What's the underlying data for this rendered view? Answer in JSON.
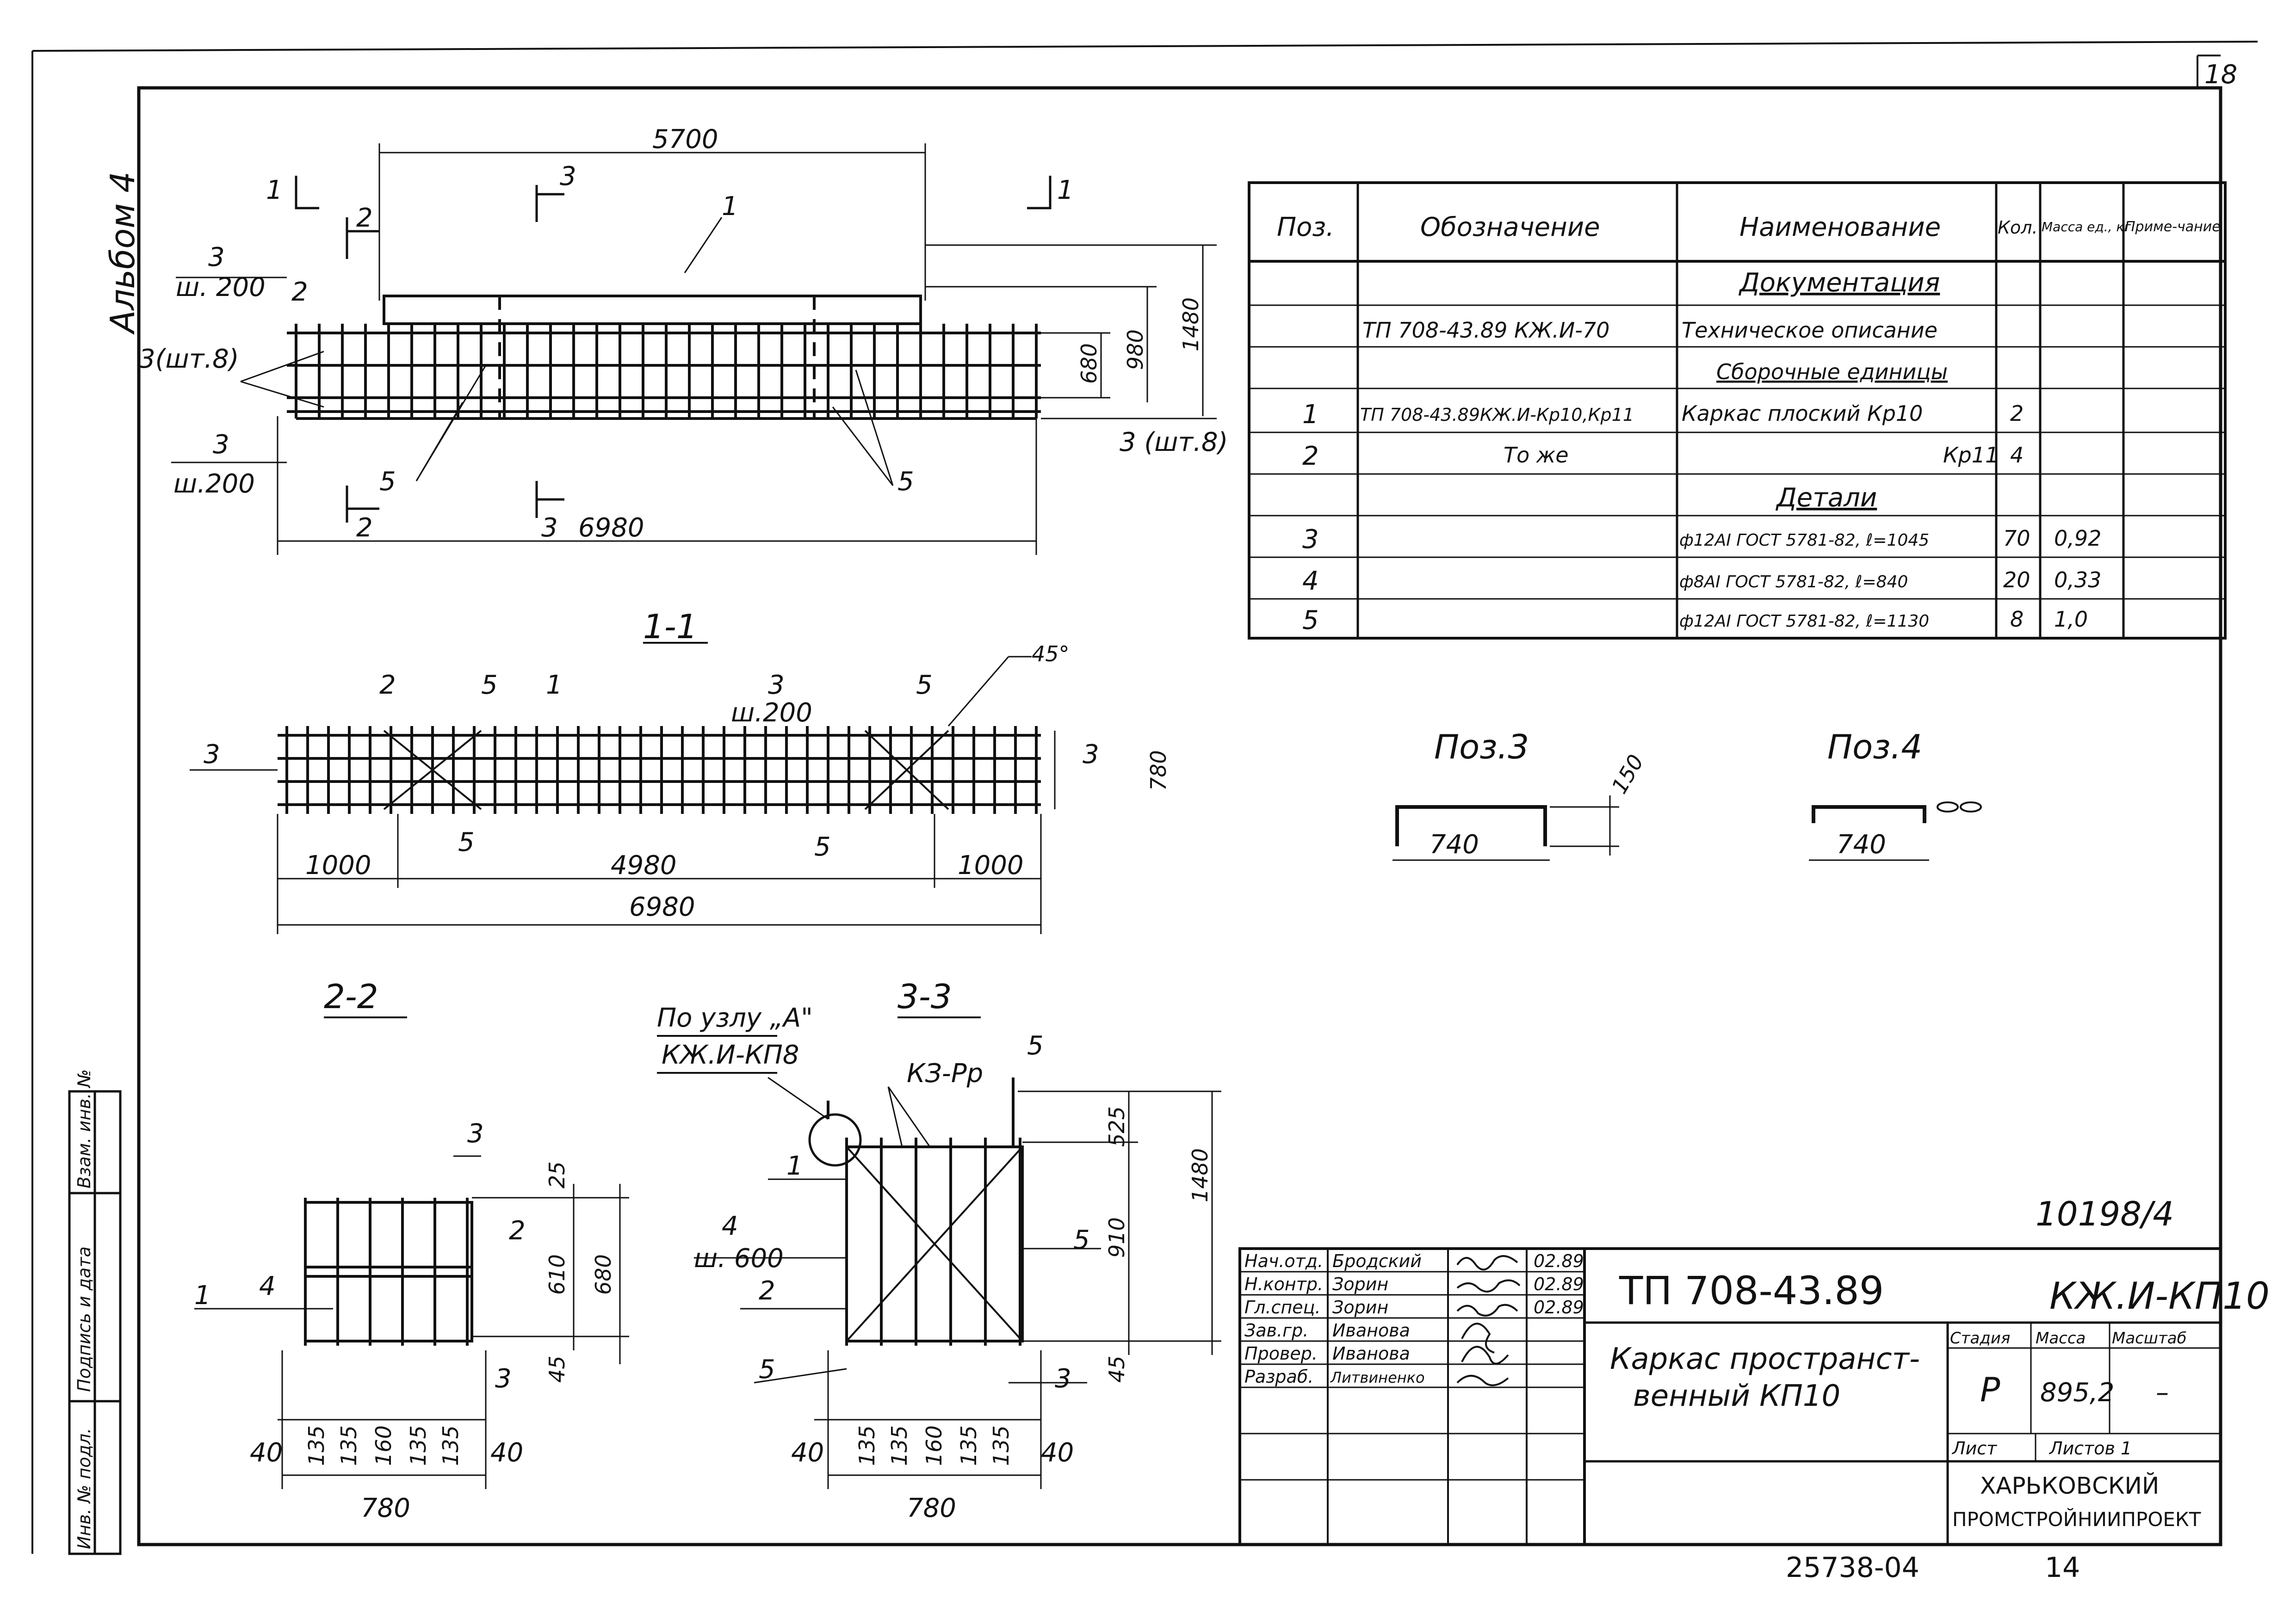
{
  "sheet_no": "18",
  "album": "Альбом 4",
  "drawing_code_right": "10198/4",
  "plan": {
    "dim_top": "5700",
    "dim_bottom": "6980",
    "dim_h1": "680",
    "dim_h2": "980",
    "dim_h3": "1480",
    "cut1": "1",
    "cut2": "2",
    "cut3": "3",
    "pos1": "1",
    "pos2": "2",
    "pos3": "3",
    "pos5": "5",
    "lbl_3_sh200_a": "ш. 200",
    "lbl_3_sht8_left": "3(шт.8)",
    "lbl_3_sht8_right": "3 (шт.8)",
    "lbl_3_sh200_b": "ш.200"
  },
  "section11": {
    "title": "1-1",
    "dim_1000a": "1000",
    "dim_4980": "4980",
    "dim_1000b": "1000",
    "dim_6980": "6980",
    "dim_780": "780",
    "angle": "45°",
    "lbl_sh200": "ш.200",
    "p1": "1",
    "p2": "2",
    "p3": "3",
    "p5": "5"
  },
  "section22": {
    "title": "2-2",
    "dims_bottom": [
      "40",
      "135",
      "135",
      "160",
      "135",
      "135",
      "40"
    ],
    "dim_780": "780",
    "dim_25": "25",
    "dim_610": "610",
    "dim_680": "680",
    "dim_45": "45",
    "p1": "1",
    "p2": "2",
    "p3": "3",
    "p4": "4"
  },
  "section33": {
    "title": "3-3",
    "node_ref_1": "По узлу „А\"",
    "node_ref_2": "КЖ.И-КП8",
    "kz": "КЗ-Рр",
    "dims_bottom": [
      "40",
      "135",
      "135",
      "160",
      "135",
      "135",
      "40"
    ],
    "dim_780": "780",
    "dim_525": "525",
    "dim_910": "910",
    "dim_45": "45",
    "dim_1480": "1480",
    "lbl_sh600": "ш. 600",
    "p1": "1",
    "p2": "2",
    "p3": "3",
    "p4": "4",
    "p5": "5"
  },
  "pos3": {
    "title": "Поз.3",
    "dim_740": "740",
    "dim_150": "150"
  },
  "pos4": {
    "title": "Поз.4",
    "dim_740": "740"
  },
  "spec": {
    "headers": [
      "Поз.",
      "Обозначение",
      "Наименование",
      "Кол.",
      "Масса ед., кг",
      "Приме-чание"
    ],
    "rows": [
      {
        "pos": "",
        "des": "",
        "name": "Документация",
        "qty": "",
        "mass": "",
        "note": "",
        "section": true
      },
      {
        "pos": "",
        "des": "ТП 708-43.89  КЖ.И-70",
        "name": "Техническое описание",
        "qty": "",
        "mass": "",
        "note": ""
      },
      {
        "pos": "",
        "des": "",
        "name": "Сборочные единицы",
        "qty": "",
        "mass": "",
        "note": "",
        "section": true
      },
      {
        "pos": "1",
        "des": "ТП 708-43.89КЖ.И-Кр10,Кр11",
        "name": "Каркас плоский Кр10",
        "qty": "2",
        "mass": "",
        "note": ""
      },
      {
        "pos": "2",
        "des": "То же",
        "name": "Кр11",
        "qty": "4",
        "mass": "",
        "note": ""
      },
      {
        "pos": "",
        "des": "",
        "name": "Детали",
        "qty": "",
        "mass": "",
        "note": "",
        "section": true
      },
      {
        "pos": "3",
        "des": "",
        "name": "ф12АI ГОСТ 5781-82, ℓ=1045",
        "qty": "70",
        "mass": "0,92",
        "note": ""
      },
      {
        "pos": "4",
        "des": "",
        "name": "ф8АI ГОСТ 5781-82, ℓ=840",
        "qty": "20",
        "mass": "0,33",
        "note": ""
      },
      {
        "pos": "5",
        "des": "",
        "name": "ф12АI ГОСТ 5781-82, ℓ=1130",
        "qty": "8",
        "mass": "1,0",
        "note": ""
      }
    ]
  },
  "title_block": {
    "roles": [
      "Нач.отд.",
      "Н.контр.",
      "Гл.спец.",
      "Зав.гр.",
      "Провер.",
      "Разраб."
    ],
    "names": [
      "Бродский",
      "Зорин",
      "Зорин",
      "Иванова",
      "Иванова",
      "Литвиненко"
    ],
    "dates": [
      "02.89",
      "02.89",
      "02.89",
      "",
      "",
      ""
    ],
    "code": "ТП 708-43.89",
    "mark": "КЖ.И-КП10",
    "title_line1": "Каркас пространст-",
    "title_line2": "венный   КП10",
    "stage_hdr": "Стадия",
    "mass_hdr": "Масса",
    "scale_hdr": "Масштаб",
    "stage": "Р",
    "mass": "895,2",
    "scale": "–",
    "sheet_lbl": "Лист",
    "sheets_lbl": "Листов 1",
    "org1": "ХАРЬКОВСКИЙ",
    "org2": "ПРОМСТРОЙНИИПРОЕКТ"
  },
  "side_stamp": [
    "Инв. № подл.",
    "Подпись и дата",
    "Взам. инв. №"
  ],
  "footer": {
    "number": "25738-04",
    "page": "14"
  }
}
